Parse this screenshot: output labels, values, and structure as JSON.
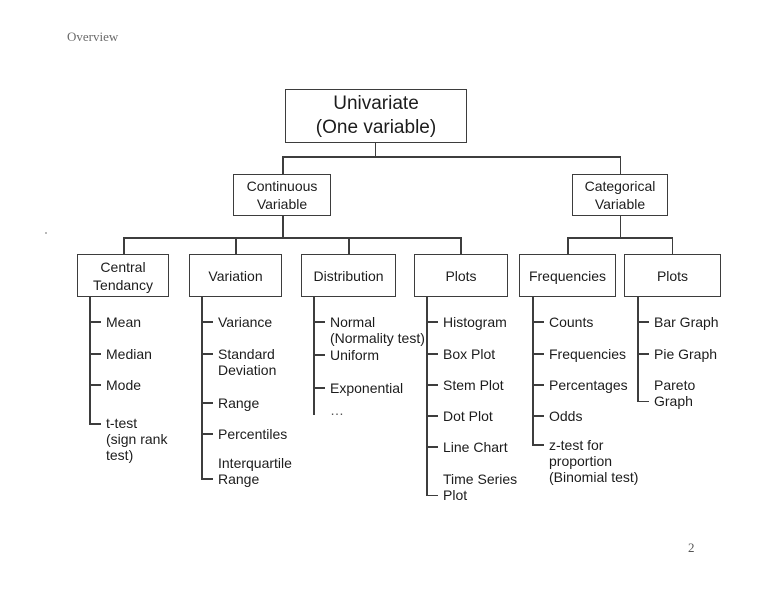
{
  "page": {
    "header": "Overview",
    "page_number": "2"
  },
  "diagram": {
    "root": {
      "label": "Univariate\n(One variable)"
    },
    "level2": [
      {
        "label": "Continuous\nVariable"
      },
      {
        "label": "Categorical\nVariable"
      }
    ],
    "groups": [
      {
        "label": "Central\nTendancy",
        "items": [
          "Mean",
          "Median",
          "Mode",
          "t-test\n(sign rank\ntest)"
        ]
      },
      {
        "label": "Variation",
        "items": [
          "Variance",
          "Standard\nDeviation",
          "Range",
          "Percentiles",
          "Interquartile\nRange"
        ]
      },
      {
        "label": "Distribution",
        "items": [
          "Normal\n(Normality test)",
          "Uniform",
          "Exponential",
          "…"
        ]
      },
      {
        "label": "Plots",
        "items": [
          "Histogram",
          "Box Plot",
          "Stem Plot",
          "Dot Plot",
          "Line Chart",
          "Time Series\nPlot"
        ]
      },
      {
        "label": "Frequencies",
        "items": [
          "Counts",
          "Frequencies",
          "Percentages",
          "Odds",
          "z-test for\nproportion\n(Binomial test)"
        ]
      },
      {
        "label": "Plots",
        "items": [
          "Bar Graph",
          "Pie Graph",
          "Pareto\nGraph"
        ]
      }
    ]
  }
}
